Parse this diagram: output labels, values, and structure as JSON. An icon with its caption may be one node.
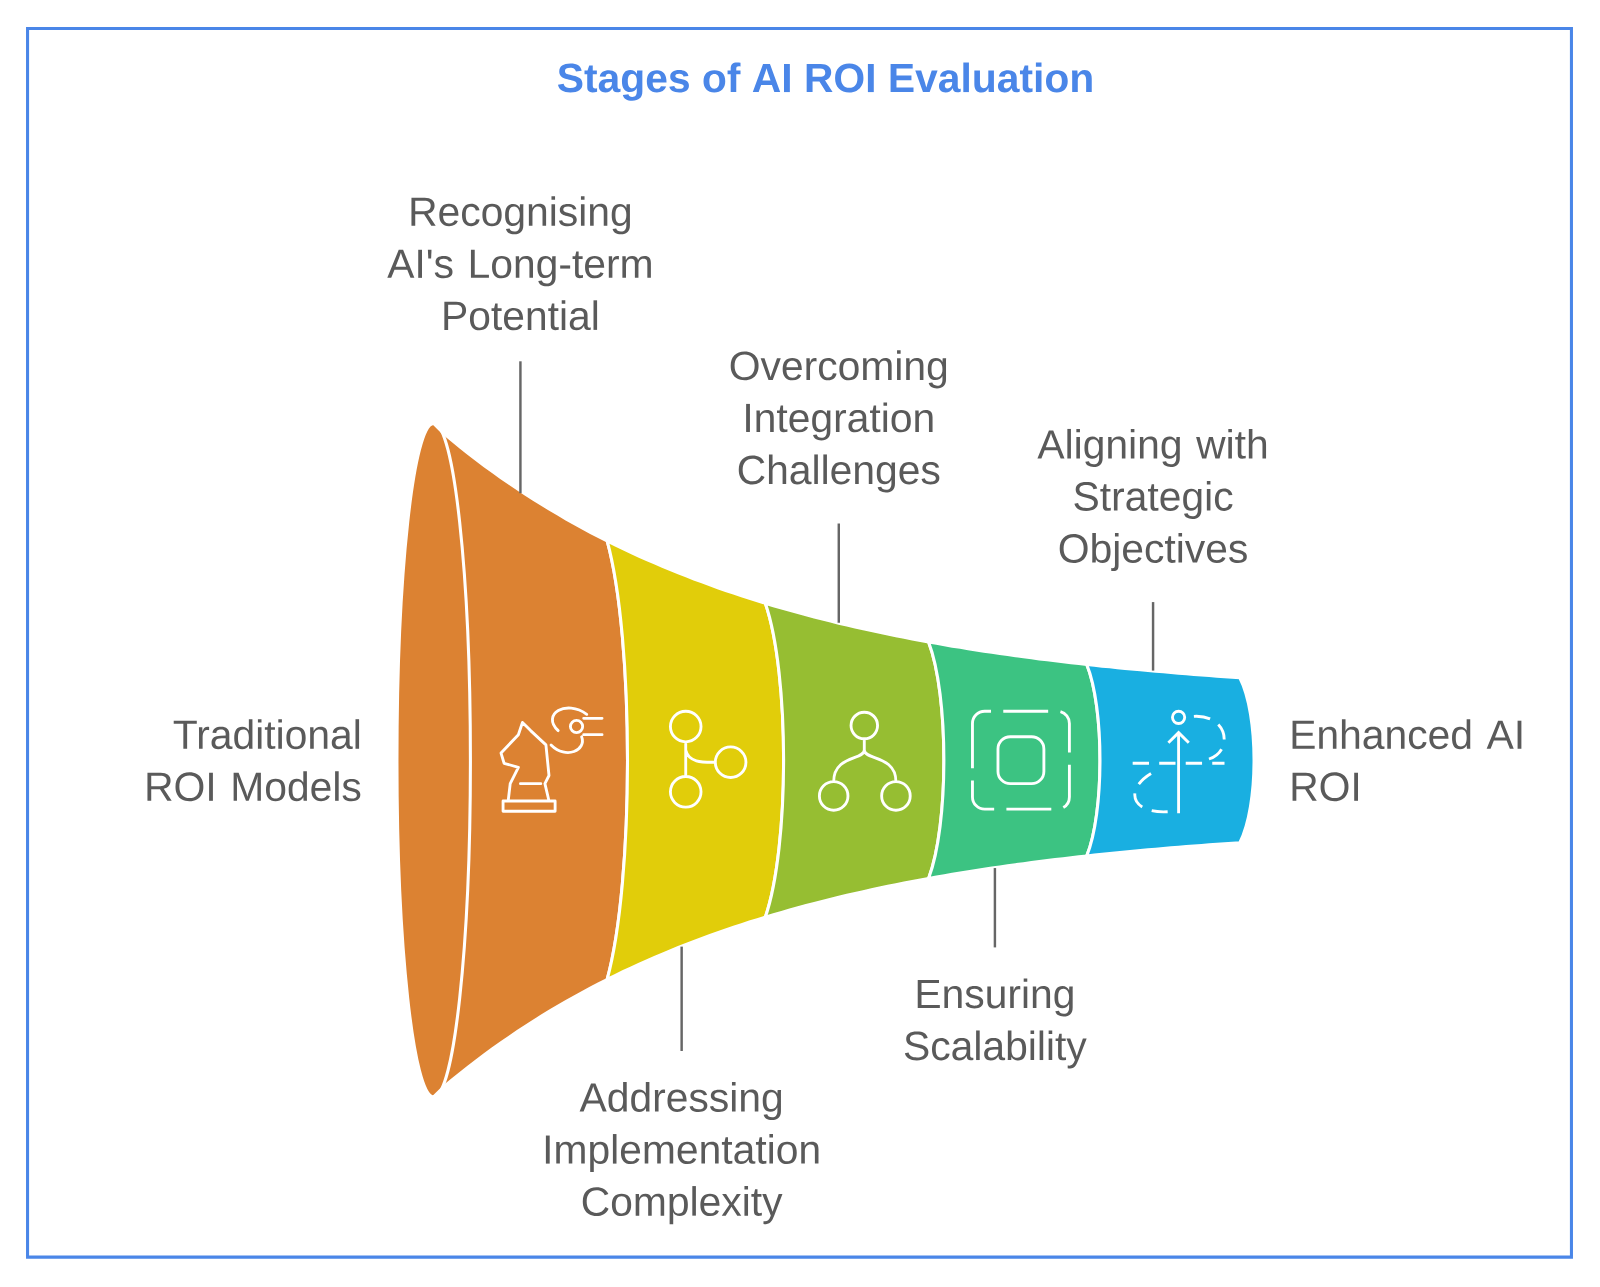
{
  "diagram": {
    "title": "Stages of AI ROI Evaluation",
    "nodes": [
      {
        "text": [],
        "shape": "band",
        "beside": [
          "Traditional ROI Models"
        ]
      },
      {
        "text": [],
        "shape": "band"
      },
      {
        "text": [],
        "shape": "band"
      },
      {
        "text": [],
        "shape": "band"
      },
      {
        "text": [],
        "shape": "band",
        "beside": [
          "Enhanced AI ROI"
        ]
      },
      {
        "text": [
          "Recognising AI's Long-term Potential"
        ]
      },
      {
        "text": [
          "Addressing Implementation Complexity"
        ]
      },
      {
        "text": [
          "Overcoming Integration Challenges"
        ]
      },
      {
        "text": [
          "Ensuring Scalability"
        ]
      },
      {
        "text": [
          "Aligning with Strategic Objectives"
        ]
      }
    ],
    "edges": [
      {
        "from": 5,
        "to": 0,
        "arrow": "none"
      },
      {
        "from": 6,
        "to": 1,
        "arrow": "none"
      },
      {
        "from": 7,
        "to": 2,
        "arrow": "none"
      },
      {
        "from": 8,
        "to": 3,
        "arrow": "none"
      },
      {
        "from": 9,
        "to": 4,
        "arrow": "none"
      }
    ]
  }
}
